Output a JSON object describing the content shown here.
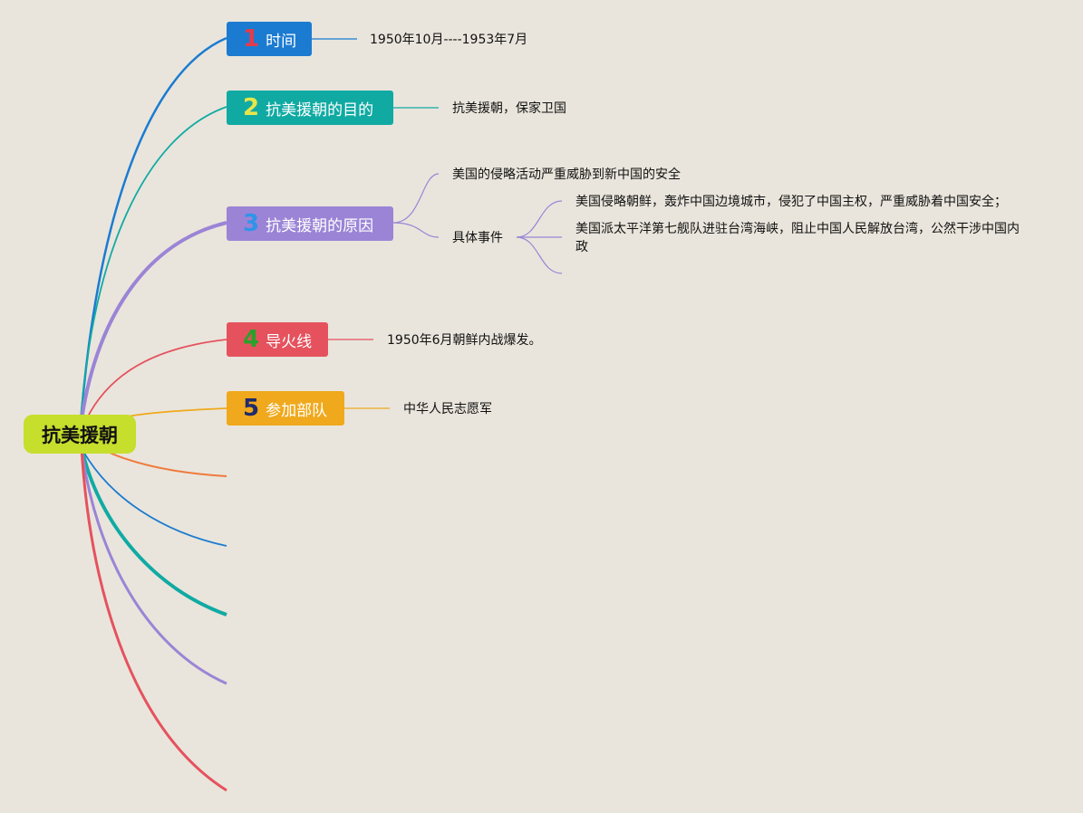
{
  "root": {
    "label": "抗美援朝",
    "color": "#c6de2c"
  },
  "topics": [
    {
      "number": "1",
      "label": "时间",
      "color": "#1b7bd1",
      "number_color": "#e43b4b",
      "children": [
        "1950年10月----1953年7月"
      ]
    },
    {
      "number": "2",
      "label": "抗美援朝的目的",
      "color": "#10aaa3",
      "number_color": "#e8e54a",
      "children": [
        "抗美援朝，保家卫国"
      ]
    },
    {
      "number": "3",
      "label": "抗美援朝的原因",
      "color": "#9b84d6",
      "number_color": "#2f94e8",
      "children": [
        "美国的侵略活动严重威胁到新中国的安全",
        "具体事件"
      ],
      "sub_children": [
        "美国侵略朝鲜，轰炸中国边境城市，侵犯了中国主权，严重威胁着中国安全；",
        "美国派太平洋第七舰队进驻台湾海峡，阻止中国人民解放台湾，公然干涉中国内政"
      ]
    },
    {
      "number": "4",
      "label": "导火线",
      "color": "#e5525e",
      "number_color": "#2aa02a",
      "children": [
        "1950年6月朝鲜内战爆发。"
      ]
    },
    {
      "number": "5",
      "label": "参加部队",
      "color": "#f0a91c",
      "number_color": "#1f2b6b",
      "children": [
        "中华人民志愿军"
      ]
    }
  ],
  "empty_branch_colors": [
    "#f07a3c",
    "#1b7bd1",
    "#10aaa3",
    "#9b84d6",
    "#e5525e"
  ]
}
